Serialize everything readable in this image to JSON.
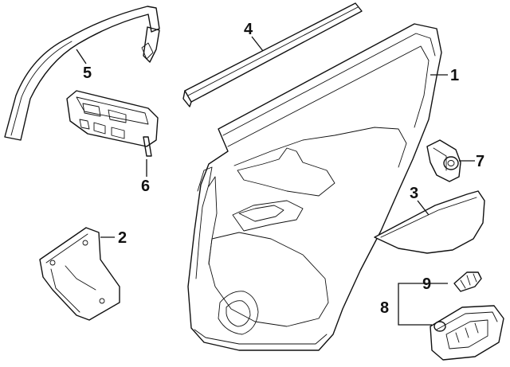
{
  "callouts": {
    "c1": "1",
    "c2": "2",
    "c3": "3",
    "c4": "4",
    "c5": "5",
    "c6": "6",
    "c7": "7",
    "c8": "8",
    "c9": "9"
  },
  "parts": {
    "c1": "door-trim-panel",
    "c2": "bracket",
    "c3": "insulator",
    "c4": "belt-weatherstrip",
    "c5": "window-frame-trim",
    "c6": "window-switch",
    "c7": "courtesy-lamp-socket",
    "c8": "lamp-assembly",
    "c9": "bulb"
  },
  "colors": {
    "line": "#111111",
    "background": "#ffffff"
  }
}
